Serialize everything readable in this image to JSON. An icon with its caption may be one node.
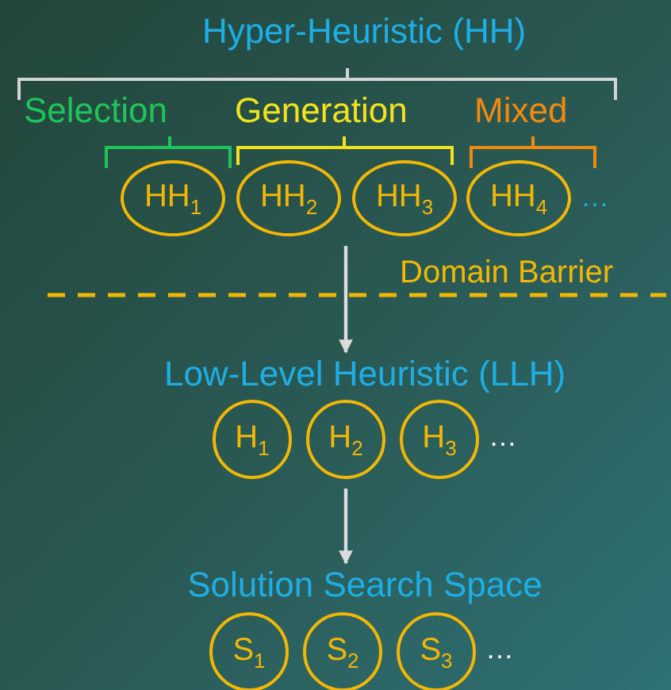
{
  "diagram": {
    "title": "Hyper-Heuristic (HH)",
    "nodes": [
      {
        "text": [
          "HH$_{1}$"
        ]
      },
      {
        "text": [
          "HH$_{2}$"
        ]
      },
      {
        "text": [
          "HH$_{3}$"
        ]
      },
      {
        "text": [
          "HH$_{4}$"
        ],
        "beside": [
          "…"
        ]
      },
      {
        "text": [
          "Low-Level Heuristic (LLH)"
        ]
      },
      {
        "text": [
          "H$_{1}$"
        ]
      },
      {
        "text": [
          "H$_{2}$"
        ]
      },
      {
        "text": [
          "H$_{3}$"
        ],
        "beside": [
          "…"
        ]
      },
      {
        "text": [
          "Solution Search Space"
        ]
      },
      {
        "text": [
          "S$_{1}$"
        ]
      },
      {
        "text": [
          "S$_{2}$"
        ]
      },
      {
        "text": [
          "S$_{3}$"
        ],
        "beside": [
          "…"
        ]
      }
    ],
    "edges": [
      {
        "from": 1,
        "to": 4,
        "arrow": "to"
      },
      {
        "from": 6,
        "to": 8,
        "arrow": "to"
      }
    ],
    "labels": [
      "Selection",
      "Generation",
      "Mixed",
      "Domain Barrier"
    ]
  }
}
